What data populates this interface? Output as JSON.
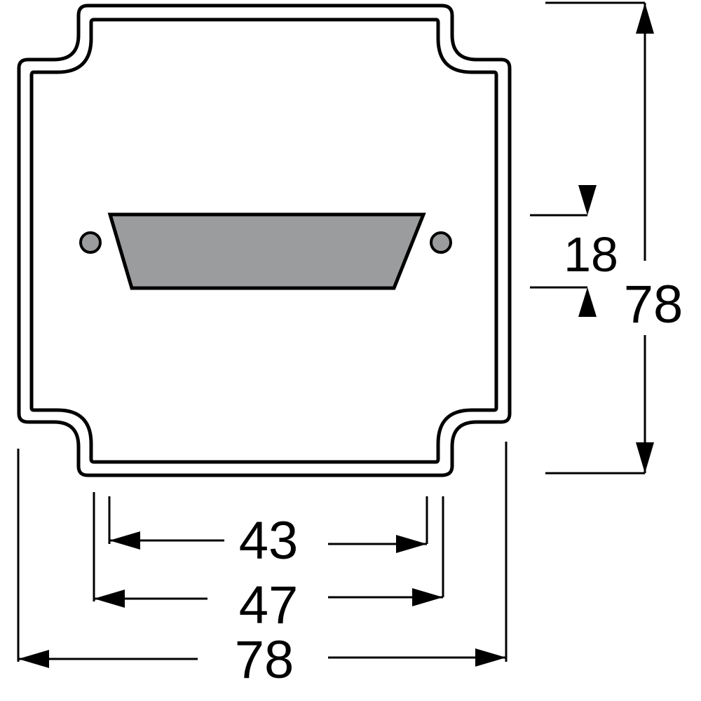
{
  "colors": {
    "line": "#000000",
    "background": "#ffffff",
    "connector_fill": "#9a9c9d",
    "screw_fill": "#9a9c9d"
  },
  "dimensions": {
    "inner_width": "43",
    "middle_width": "47",
    "outer_width": "78",
    "opening_height": "18",
    "outer_height": "78"
  }
}
